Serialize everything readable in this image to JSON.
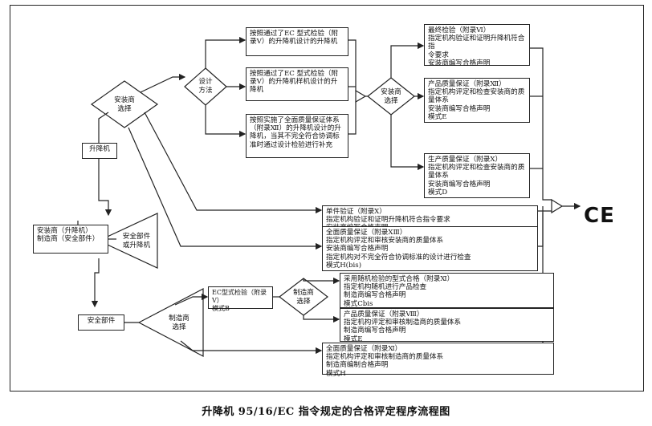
{
  "caption": "升降机 95/16/EC 指令规定的合格评定程序流程图",
  "ce_mark": "CE",
  "nodes": {
    "lift_label": "升降机",
    "installer_select": "安装商\n选择",
    "design_method": "设计\n方法",
    "design_a": "按照通过了EC 型式检验（附\n录Ⅴ）的升降机设计的升降机",
    "design_b": "按照通过了EC 型式检验（附\n录Ⅴ）的升降机样机设计的升\n降机",
    "design_c": "按照实施了全面质量保证体系\n（附录Ⅻ）的升降机设计的升\n降机，当其不完全符合协调标\n准时通过设计检验进行补充",
    "installer_select2": "安装商\n选择",
    "final_inspection": "最终检验（附录Ⅵ）\n指定机构验证和证明升降机符合指\n令要求\n安装商编写合格声明",
    "product_qa": "产品质量保证（附录Ⅻ）\n指定机构评定和检查安装商的质\n量体系\n安装商编写合格声明\n模式E",
    "production_qa": "生产质量保证（附录Ⅹ）\n指定机构评定和检查安装商的质\n量体系\n安装商编写合格声明\n模式D",
    "unit_verification": "单件验证（附录Ⅹ）\n指定机构验证和证明升降机符合指令要求\n安装商编写合格声明\n模式G",
    "full_qa_installer": "全面质量保证（附录ⅩⅢ）\n指定机构评定和审核安装商的质量体系\n安装商编写合格声明\n指定机构对不完全符合协调标准的设计进行检查\n模式H(bis)",
    "installer_maker": "安装商（升降机）\n制造商（安全部件）",
    "safety_or_lift": "安全部件\n或升降机",
    "safety_part": "安全部件",
    "maker_select": "制造商\n选择",
    "ec_type": "EC型式检验（附录Ⅴ）\n模式B",
    "maker_select2": "制造商\n选择",
    "random_check": "采用随机检验的型式合格（附录Ⅺ）\n指定机构随机进行产品检查\n制造商编写合格声明\n模式Cbis",
    "product_qa_maker": "产品质量保证（附录Ⅷ）\n指定机构评定和审核制造商的质量体系\n制造商编写合格声明\n模式E",
    "full_qa_maker": "全面质量保证（附录Ⅺ）\n指定机构评定和审核制造商的质量体系\n制造商编制合格声明\n模式H"
  }
}
